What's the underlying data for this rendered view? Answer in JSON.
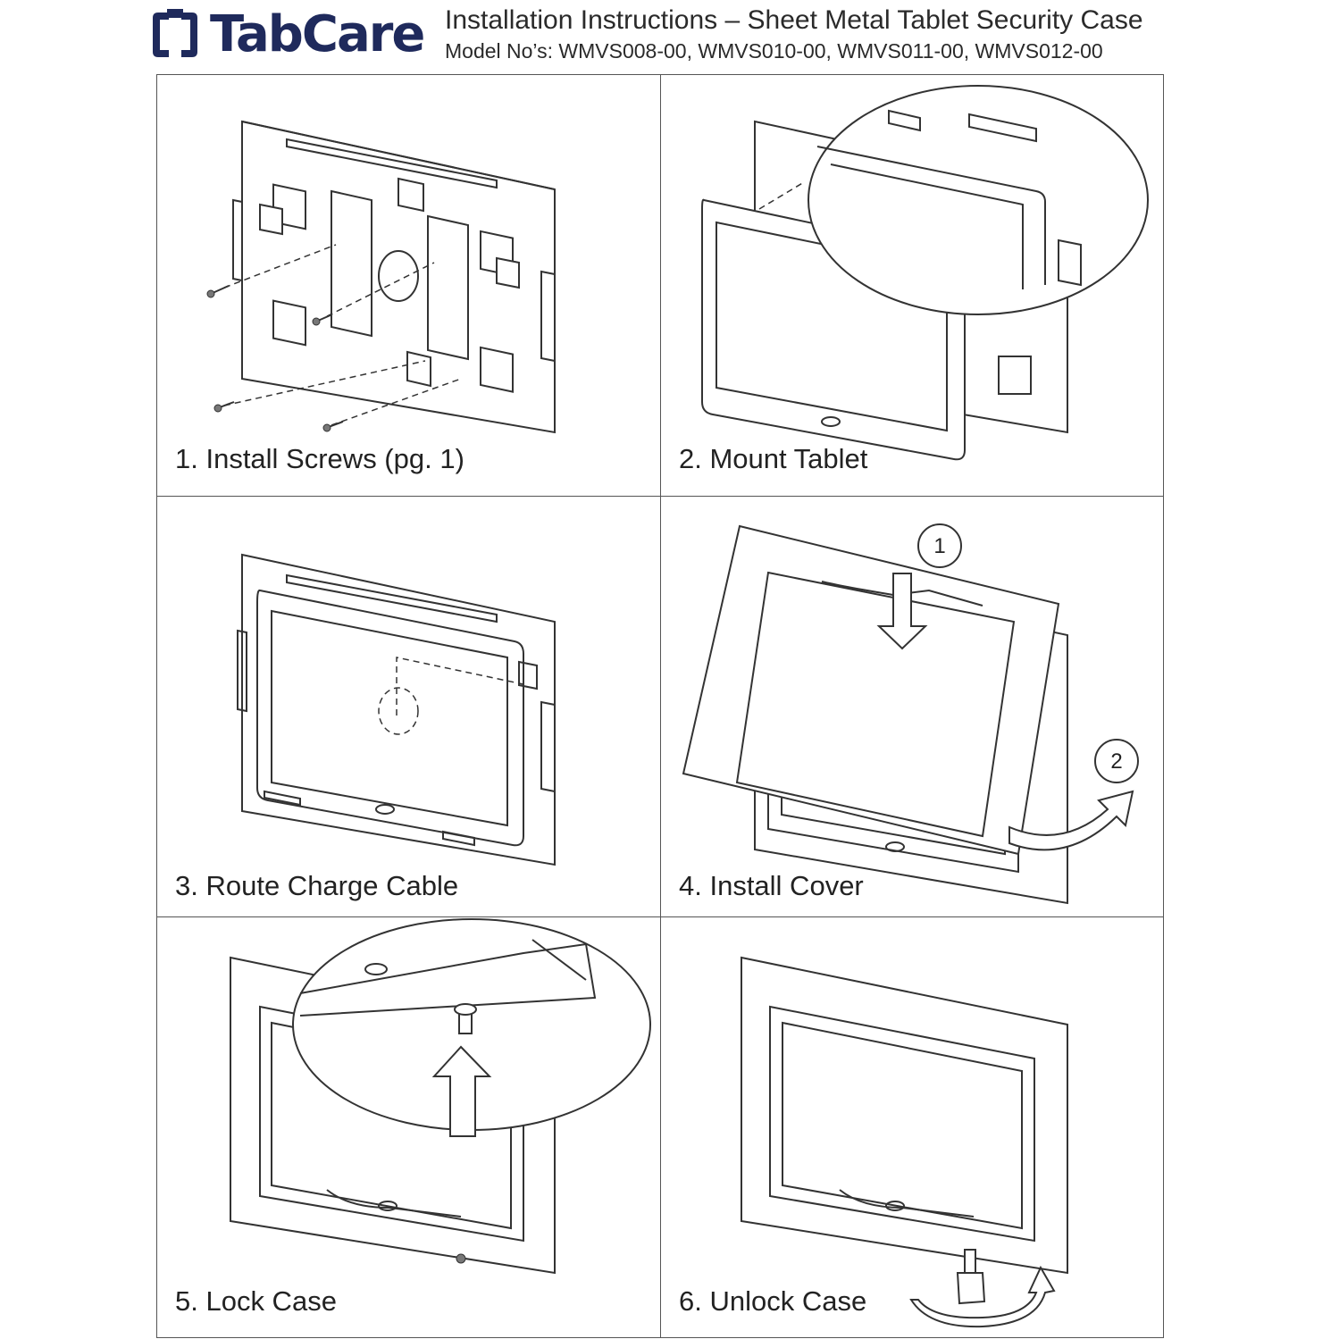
{
  "header": {
    "brand": "TabCare",
    "title": "Installation Instructions – Sheet Metal Tablet Security Case",
    "models": "Model No’s: WMVS008-00, WMVS010-00, WMVS011-00, WMVS012-00",
    "brand_color": "#1f2a5c"
  },
  "steps": [
    {
      "caption": "1. Install Screws (pg. 1)"
    },
    {
      "caption": "2. Mount Tablet"
    },
    {
      "caption": "3. Route Charge Cable"
    },
    {
      "caption": "4. Install Cover",
      "markers": [
        "1",
        "2"
      ]
    },
    {
      "caption": "5. Lock Case"
    },
    {
      "caption": "6. Unlock Case"
    }
  ]
}
